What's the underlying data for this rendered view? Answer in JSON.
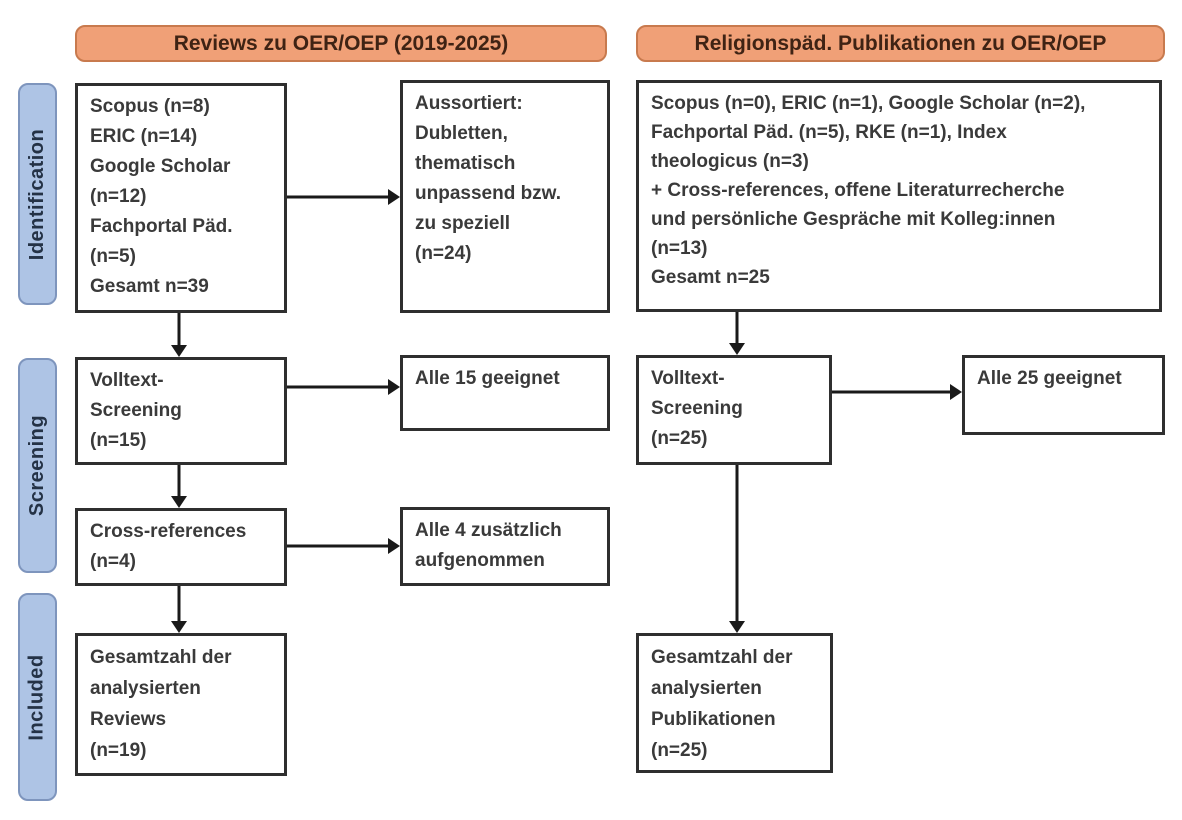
{
  "diagram": {
    "headers": {
      "left": "Reviews zu OER/OEP (2019-2025)",
      "right": "Religionspäd. Publikationen zu OER/OEP"
    },
    "stages": {
      "identification": "Identification",
      "screening": "Screening",
      "included": "Included"
    },
    "left_flow": {
      "sources": {
        "lines": [
          "Scopus (n=8)",
          "ERIC (n=14)",
          "Google Scholar",
          "(n=12)",
          "Fachportal Päd.",
          "(n=5)",
          "Gesamt n=39"
        ]
      },
      "aussortiert": {
        "lines": [
          "Aussortiert:",
          "Dubletten,",
          "thematisch",
          "unpassend bzw.",
          "zu speziell",
          "(n=24)"
        ]
      },
      "volltext": {
        "lines": [
          "Volltext-",
          "Screening",
          "(n=15)"
        ]
      },
      "alle_geeignet": {
        "lines": [
          "Alle 15 geeignet"
        ]
      },
      "crossref": {
        "lines": [
          "Cross-references",
          "(n=4)"
        ]
      },
      "zusaetzlich": {
        "lines": [
          "Alle 4 zusätzlich",
          "aufgenommen"
        ]
      },
      "gesamt": {
        "lines": [
          "Gesamtzahl der",
          "analysierten",
          "Reviews",
          "(n=19)"
        ]
      }
    },
    "right_flow": {
      "sources": {
        "lines": [
          "Scopus (n=0), ERIC (n=1), Google Scholar (n=2),",
          "Fachportal Päd. (n=5), RKE (n=1), Index",
          "theologicus (n=3)",
          "+ Cross-references, offene Literaturrecherche",
          "und persönliche Gespräche mit Kolleg:innen",
          "(n=13)",
          "Gesamt n=25"
        ]
      },
      "volltext": {
        "lines": [
          "Volltext-",
          "Screening",
          "(n=25)"
        ]
      },
      "alle_geeignet": {
        "lines": [
          "Alle 25 geeignet"
        ]
      },
      "gesamt": {
        "lines": [
          "Gesamtzahl der",
          "analysierten",
          "Publikationen",
          "(n=25)"
        ]
      }
    },
    "colors": {
      "header_fill": "#f0a077",
      "header_border": "#c87a4e",
      "header_text": "#3f2314",
      "stage_fill": "#aec4e5",
      "stage_border": "#7e95bd",
      "stage_text": "#243246",
      "box_border": "#2f2f2f",
      "box_text": "#3a3a3a",
      "arrow": "#1a1a1a",
      "background": "#ffffff"
    }
  }
}
